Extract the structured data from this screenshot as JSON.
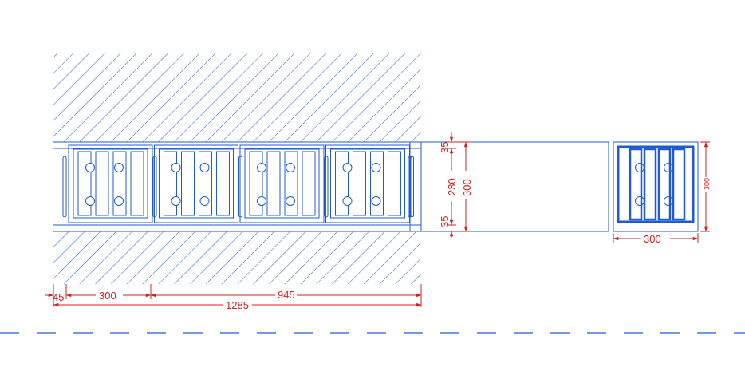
{
  "colors": {
    "drawing": "#1f5bd6",
    "dimension": "#d62020",
    "background": "#ffffff"
  },
  "dimensions": {
    "left_edge": "45",
    "span_300": "300",
    "span_945": "945",
    "overall": "1285",
    "top_cover": "35",
    "slab": "230",
    "total_height": "300",
    "bottom_cover": "35",
    "detail_width": "300",
    "detail_height": "300"
  },
  "elements": {
    "blocks_in_row": 4,
    "detail_bars": 4
  }
}
